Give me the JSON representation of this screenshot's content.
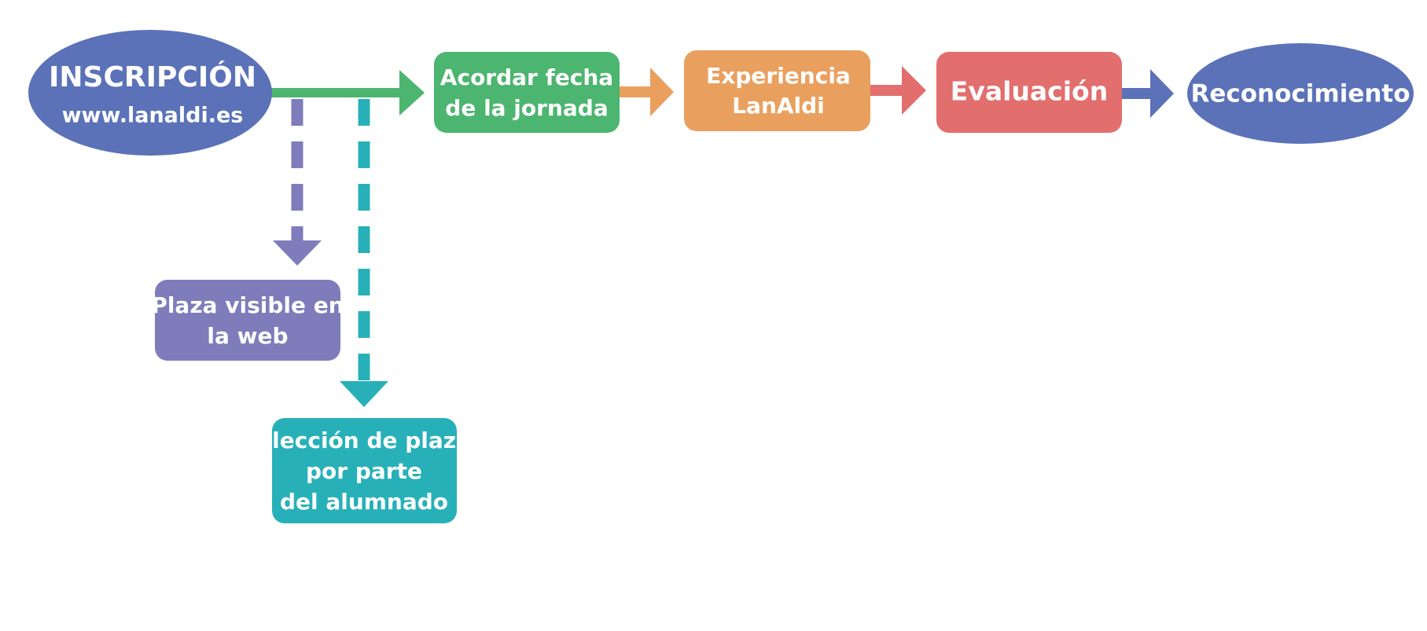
{
  "nodes": {
    "inscripcion": {
      "title": "INSCRIPCIÓN",
      "subtitle": "www.lanaldi.es"
    },
    "acordar": {
      "line1": "Acordar fecha",
      "line2": "de la jornada"
    },
    "experiencia": {
      "line1": "Experiencia",
      "line2": "LanAldi"
    },
    "evaluacion": {
      "label": "Evaluación"
    },
    "reconocimiento": {
      "label": "Reconocimiento"
    },
    "plaza_visible": {
      "line1": "Plaza visible en",
      "line2": "la web"
    },
    "eleccion": {
      "line1": "Elección de plaza",
      "line2": "por parte",
      "line3": "del alumnado"
    }
  },
  "colors": {
    "blue": "#5b72b8",
    "green": "#4cb56f",
    "orange": "#e9a05f",
    "red": "#e26e6e",
    "purple": "#7e7cba",
    "teal": "#28b0b8"
  }
}
